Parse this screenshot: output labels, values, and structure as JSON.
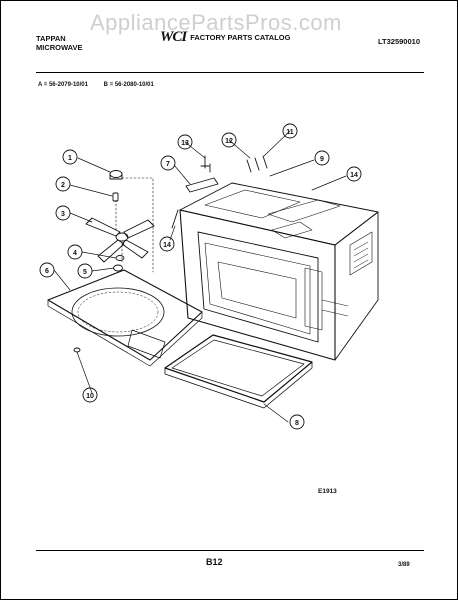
{
  "watermark": "AppliancePartsPros.com",
  "header": {
    "brand_line1": "TAPPAN",
    "brand_line2": "MICROWAVE",
    "logo": "WCI",
    "catalog": "FACTORY PARTS CATALOG",
    "catalog_no": "LT32590010"
  },
  "models": {
    "a": "A = 56-2079-10/01",
    "b": "B = 56-2080-10/01"
  },
  "callouts": [
    "1",
    "2",
    "3",
    "4",
    "5",
    "6",
    "7",
    "8",
    "9",
    "10",
    "11",
    "12",
    "13",
    "14",
    "14"
  ],
  "figure_id": "E1913",
  "footer": {
    "page": "B12",
    "date": "3/89"
  }
}
